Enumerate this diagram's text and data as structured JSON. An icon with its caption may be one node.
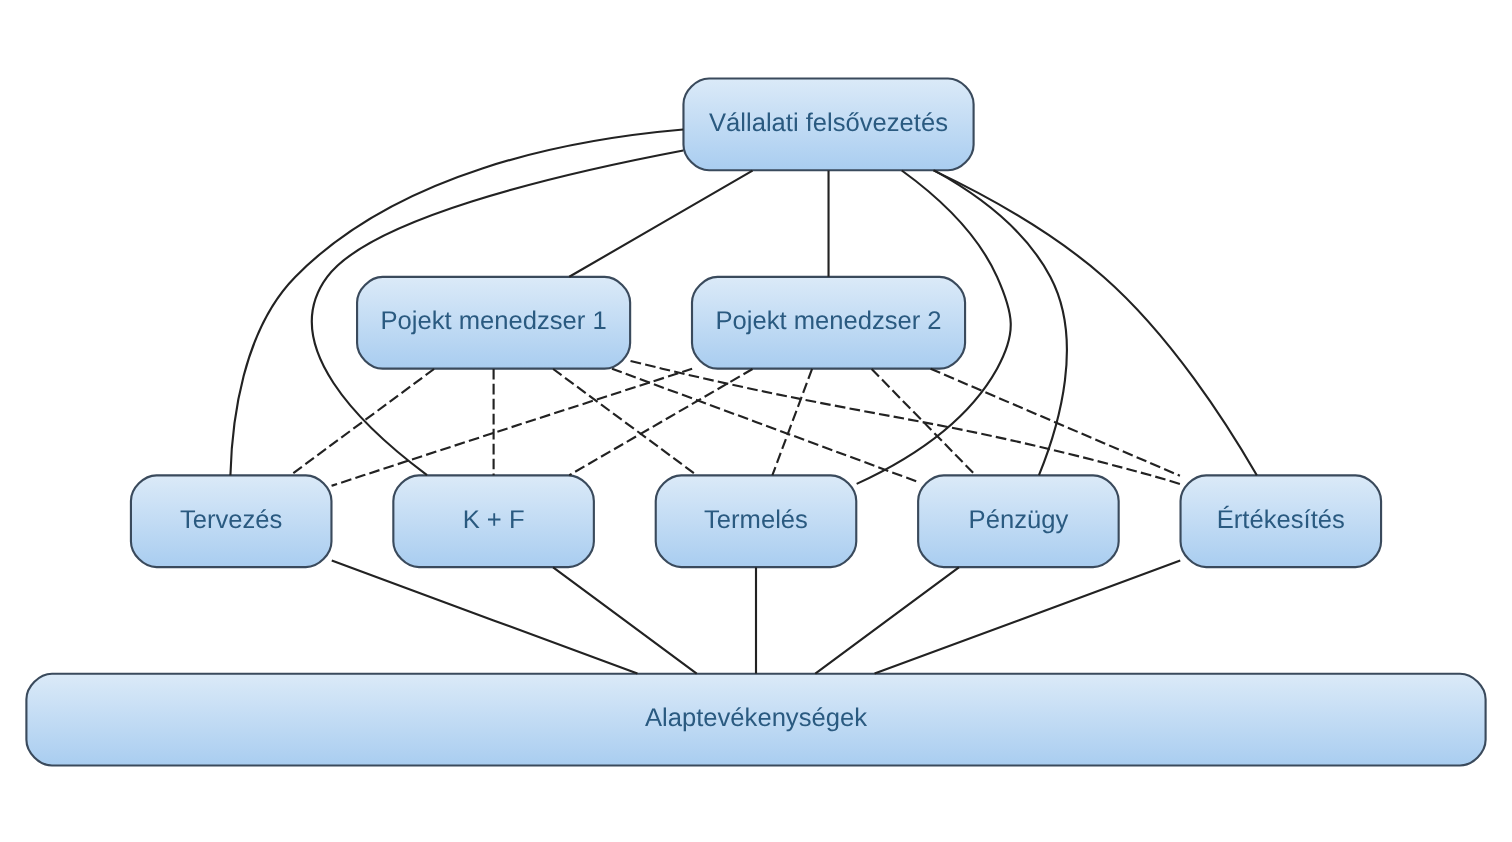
{
  "diagram": {
    "nodes": [
      {
        "text": [
          "Vállalati felsővezetés"
        ]
      },
      {
        "text": [
          "Pojekt menedzser 1"
        ]
      },
      {
        "text": [
          "Pojekt menedzser 2"
        ]
      },
      {
        "text": [
          "Tervezés"
        ]
      },
      {
        "text": [
          "K + F"
        ]
      },
      {
        "text": [
          "Termelés"
        ]
      },
      {
        "text": [
          "Pénzügy"
        ]
      },
      {
        "text": [
          "Értékesítés"
        ]
      },
      {
        "text": [
          "Alaptevékenységek"
        ]
      }
    ],
    "edges": [
      {
        "from": 0,
        "to": 1,
        "arrow": "none"
      },
      {
        "from": 0,
        "to": 2,
        "arrow": "none"
      },
      {
        "from": 0,
        "to": 3,
        "arrow": "none"
      },
      {
        "from": 0,
        "to": 4,
        "arrow": "none"
      },
      {
        "from": 0,
        "to": 5,
        "arrow": "none"
      },
      {
        "from": 0,
        "to": 6,
        "arrow": "none"
      },
      {
        "from": 0,
        "to": 7,
        "arrow": "none"
      },
      {
        "from": 1,
        "to": 3,
        "arrow": "none",
        "style": "dashed"
      },
      {
        "from": 1,
        "to": 4,
        "arrow": "none",
        "style": "dashed"
      },
      {
        "from": 1,
        "to": 5,
        "arrow": "none",
        "style": "dashed"
      },
      {
        "from": 1,
        "to": 6,
        "arrow": "none",
        "style": "dashed"
      },
      {
        "from": 1,
        "to": 7,
        "arrow": "none",
        "style": "dashed"
      },
      {
        "from": 2,
        "to": 3,
        "arrow": "none",
        "style": "dashed"
      },
      {
        "from": 2,
        "to": 4,
        "arrow": "none",
        "style": "dashed"
      },
      {
        "from": 2,
        "to": 5,
        "arrow": "none",
        "style": "dashed"
      },
      {
        "from": 2,
        "to": 6,
        "arrow": "none",
        "style": "dashed"
      },
      {
        "from": 2,
        "to": 7,
        "arrow": "none",
        "style": "dashed"
      },
      {
        "from": 3,
        "to": 8,
        "arrow": "none"
      },
      {
        "from": 4,
        "to": 8,
        "arrow": "none"
      },
      {
        "from": 5,
        "to": 8,
        "arrow": "none"
      },
      {
        "from": 6,
        "to": 8,
        "arrow": "none"
      },
      {
        "from": 7,
        "to": 8,
        "arrow": "none"
      }
    ]
  }
}
